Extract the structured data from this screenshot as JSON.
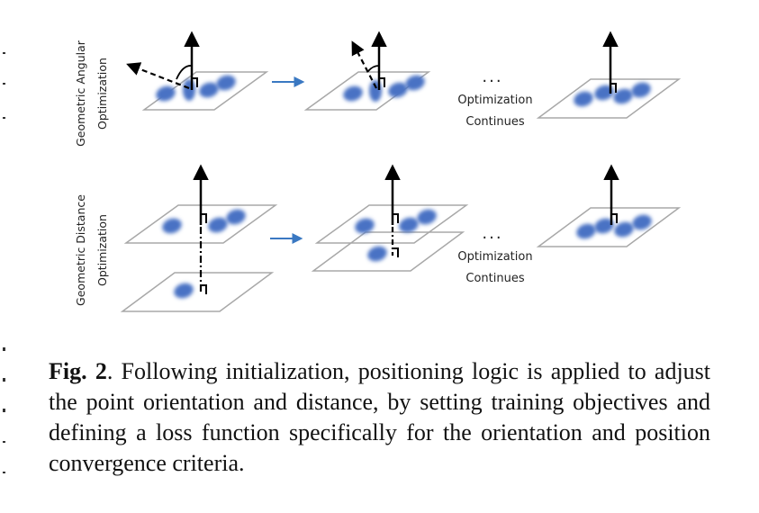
{
  "figure": {
    "rows": [
      {
        "label_line1": "Geometric Angular",
        "label_line2": "Optimization"
      },
      {
        "label_line1": "Geometric Distance",
        "label_line2": "Optimization"
      }
    ],
    "continues": {
      "ellipsis": "...",
      "line1": "Optimization",
      "line2": "Continues"
    }
  },
  "caption": {
    "label": "Fig. 2",
    "text": ". Following initialization, positioning logic is applied to adjust the point orientation and distance, by setting training objectives and defining a loss function specifically for the orientation and position convergence criteria."
  },
  "colors": {
    "blob": "#4a72c4",
    "arrow_blue": "#3a78c2",
    "plane_edge": "#a8a8a8"
  }
}
